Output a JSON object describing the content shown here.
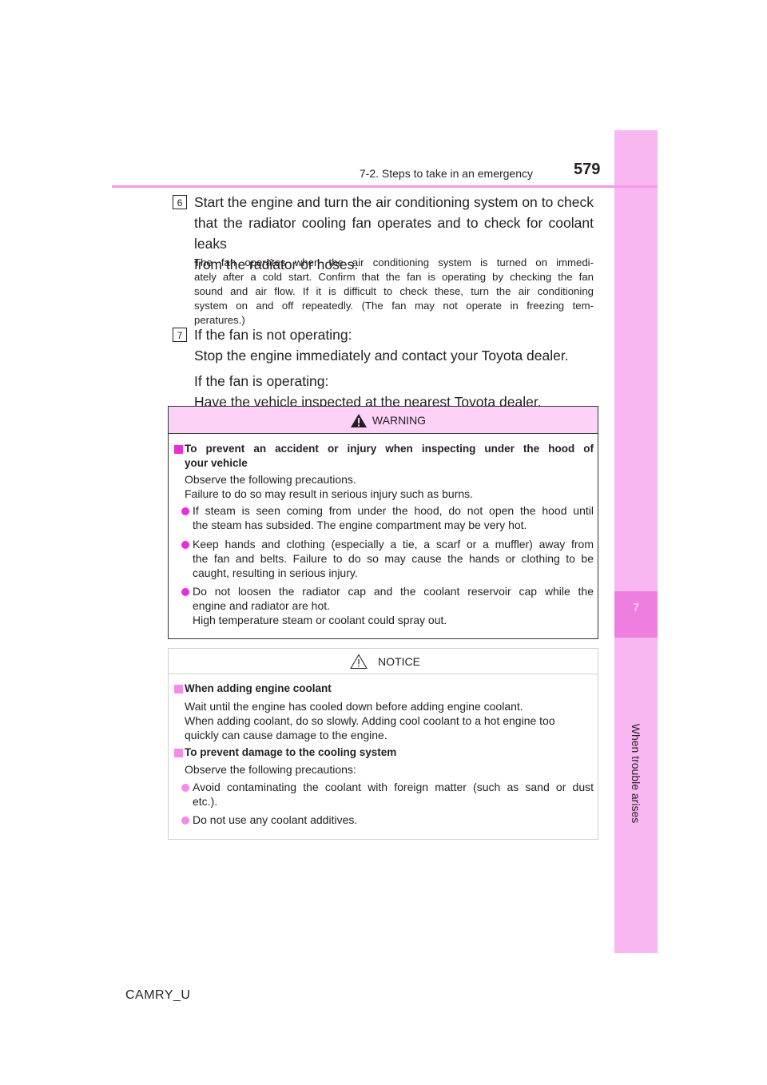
{
  "header": {
    "section": "7-2. Steps to take in an emergency",
    "page_number": "579"
  },
  "sidebar": {
    "chapter_number": "7",
    "chapter_title": "When trouble arises"
  },
  "steps": [
    {
      "number": "6",
      "lines": [
        "Start the engine and turn the air conditioning system on to check",
        "that the radiator cooling fan operates and to check for coolant leaks",
        "from the radiator or hoses."
      ],
      "note": [
        "The fan operates when the air conditioning system is turned on immedi-",
        "ately after a cold start. Confirm that the fan is operating by checking the fan",
        "sound and air flow. If it is difficult to check these, turn the air conditioning",
        "system on and off repeatedly. (The fan may not operate in freezing tem-",
        "peratures.)"
      ]
    },
    {
      "number": "7",
      "lines": [
        "If the fan is not operating:",
        "Stop the engine immediately and contact your Toyota dealer.",
        "If the fan is operating:",
        "Have the vehicle inspected at the nearest Toyota dealer."
      ]
    }
  ],
  "warning": {
    "title": "WARNING",
    "heading_lines": [
      "To prevent an accident or injury when inspecting under the hood of",
      "your vehicle"
    ],
    "intro": [
      "Observe the following precautions.",
      "Failure to do so may result in serious injury such as burns."
    ],
    "bullets": [
      [
        "If steam is seen coming from under the hood, do not open the hood until",
        "the steam has subsided. The engine compartment may be very hot."
      ],
      [
        "Keep hands and clothing (especially a tie, a scarf or a muffler) away from",
        "the fan and belts. Failure to do so may cause the hands or clothing to be",
        "caught, resulting in serious injury."
      ],
      [
        "Do not loosen the radiator cap and the coolant reservoir cap while the",
        "engine and radiator are hot.",
        "High temperature steam or coolant could spray out."
      ]
    ]
  },
  "notice": {
    "title": "NOTICE",
    "sections": [
      {
        "heading": "When adding engine coolant",
        "lines": [
          "Wait until the engine has cooled down before adding engine coolant.",
          "When adding coolant, do so slowly. Adding cool coolant to a hot engine too",
          "quickly can cause damage to the engine."
        ]
      },
      {
        "heading": "To prevent damage to the cooling system",
        "lines": [
          "Observe the following precautions:"
        ],
        "bullets": [
          [
            "Avoid contaminating the coolant with foreign matter (such as sand or dust",
            "etc.)."
          ],
          [
            "Do not use any coolant additives."
          ]
        ]
      }
    ]
  },
  "footer": {
    "doc_code": "CAMRY_U"
  },
  "colors": {
    "accent": "#ec2cd7",
    "sidebar": "#f9b7f2",
    "sidebar_tab": "#ee7ee0",
    "warning_header": "#fcd2f7"
  }
}
